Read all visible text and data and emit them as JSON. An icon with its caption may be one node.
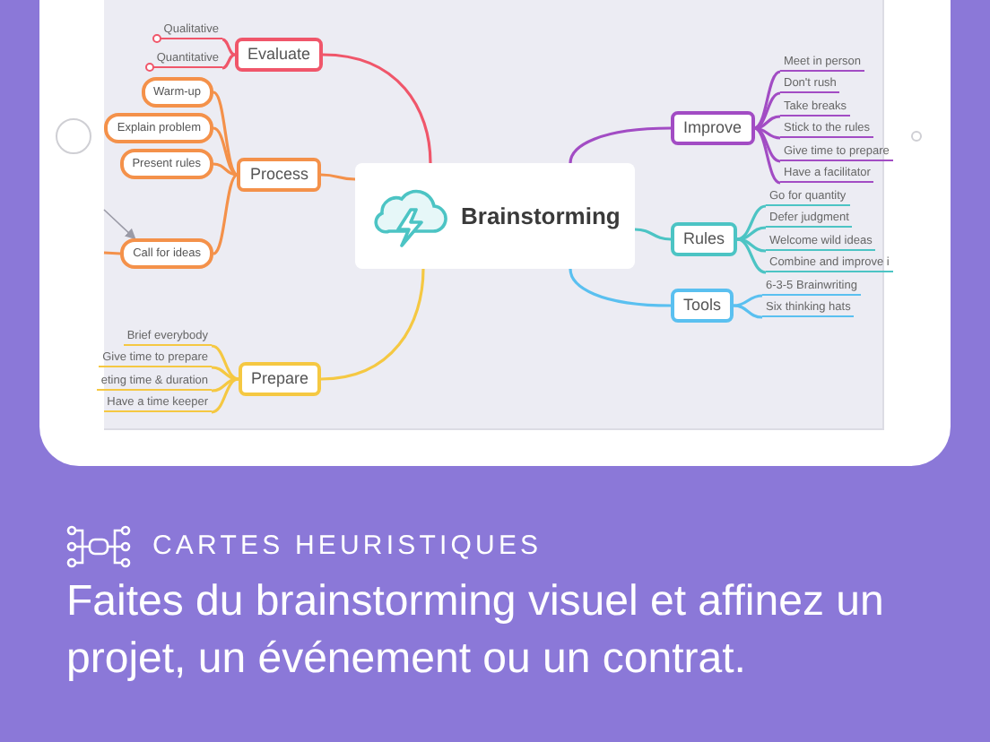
{
  "diagram": {
    "nodes": [
      {
        "text": [
          "Brainstorming"
        ]
      },
      {
        "text": [
          "Evaluate"
        ]
      },
      {
        "text": [
          "Qualitative"
        ]
      },
      {
        "text": [
          "Quantitative"
        ]
      },
      {
        "text": [
          "Process"
        ]
      },
      {
        "text": [
          "Warm-up"
        ]
      },
      {
        "text": [
          "Explain problem"
        ]
      },
      {
        "text": [
          "Present rules"
        ]
      },
      {
        "text": [
          "Call for ideas"
        ]
      },
      {
        "text": [
          "Prepare"
        ]
      },
      {
        "text": [
          "Brief everybody"
        ]
      },
      {
        "text": [
          "Give time to prepare"
        ]
      },
      {
        "text": [
          "eting time & duration"
        ]
      },
      {
        "text": [
          "Have a time keeper"
        ]
      },
      {
        "text": [
          "Improve"
        ]
      },
      {
        "text": [
          "Meet in person"
        ]
      },
      {
        "text": [
          "Don't rush"
        ]
      },
      {
        "text": [
          "Take breaks"
        ]
      },
      {
        "text": [
          "Stick to the rules"
        ]
      },
      {
        "text": [
          "Give time to prepare"
        ]
      },
      {
        "text": [
          "Have a facilitator"
        ]
      },
      {
        "text": [
          "Rules"
        ]
      },
      {
        "text": [
          "Go for quantity"
        ]
      },
      {
        "text": [
          "Defer judgment"
        ]
      },
      {
        "text": [
          "Welcome wild ideas"
        ]
      },
      {
        "text": [
          "Combine and improve i"
        ]
      },
      {
        "text": [
          "Tools"
        ]
      },
      {
        "text": [
          "6-3-5 Brainwriting"
        ]
      },
      {
        "text": [
          "Six thinking hats"
        ]
      }
    ],
    "edges": [
      {
        "from": 0,
        "to": 1,
        "arrow": "none",
        "color": "#f0566a"
      },
      {
        "from": 0,
        "to": 4,
        "arrow": "none",
        "color": "#f4914a"
      },
      {
        "from": 0,
        "to": 9,
        "arrow": "none",
        "color": "#f5c842"
      },
      {
        "from": 0,
        "to": 14,
        "arrow": "none",
        "color": "#a24cc4"
      },
      {
        "from": 0,
        "to": 21,
        "arrow": "none",
        "color": "#4cc4c4"
      },
      {
        "from": 0,
        "to": 26,
        "arrow": "none",
        "color": "#5ac0f0"
      },
      {
        "from": 1,
        "to": 2,
        "arrow": "none",
        "color": "#f0566a"
      },
      {
        "from": 1,
        "to": 3,
        "arrow": "none",
        "color": "#f0566a"
      },
      {
        "from": 4,
        "to": 5,
        "arrow": "none",
        "color": "#f4914a"
      },
      {
        "from": 4,
        "to": 6,
        "arrow": "none",
        "color": "#f4914a"
      },
      {
        "from": 4,
        "to": 7,
        "arrow": "none",
        "color": "#f4914a"
      },
      {
        "from": 4,
        "to": 8,
        "arrow": "none",
        "color": "#f4914a"
      },
      {
        "from": 8,
        "to": null,
        "arrow": "none",
        "color": "#f4914a"
      },
      {
        "from": null,
        "to": 8,
        "arrow": "to",
        "color": "#9a9aa6"
      },
      {
        "from": 9,
        "to": 10,
        "arrow": "none",
        "color": "#f5c842"
      },
      {
        "from": 9,
        "to": 11,
        "arrow": "none",
        "color": "#f5c842"
      },
      {
        "from": 9,
        "to": 12,
        "arrow": "none",
        "color": "#f5c842"
      },
      {
        "from": 9,
        "to": 13,
        "arrow": "none",
        "color": "#f5c842"
      },
      {
        "from": 14,
        "to": 15,
        "arrow": "none",
        "color": "#a24cc4"
      },
      {
        "from": 14,
        "to": 16,
        "arrow": "none",
        "color": "#a24cc4"
      },
      {
        "from": 14,
        "to": 17,
        "arrow": "none",
        "color": "#a24cc4"
      },
      {
        "from": 14,
        "to": 18,
        "arrow": "none",
        "color": "#a24cc4"
      },
      {
        "from": 14,
        "to": 19,
        "arrow": "none",
        "color": "#a24cc4"
      },
      {
        "from": 14,
        "to": 20,
        "arrow": "none",
        "color": "#a24cc4"
      },
      {
        "from": 21,
        "to": 22,
        "arrow": "none",
        "color": "#4cc4c4"
      },
      {
        "from": 21,
        "to": 23,
        "arrow": "none",
        "color": "#4cc4c4"
      },
      {
        "from": 21,
        "to": 24,
        "arrow": "none",
        "color": "#4cc4c4"
      },
      {
        "from": 21,
        "to": 25,
        "arrow": "none",
        "color": "#4cc4c4"
      },
      {
        "from": 26,
        "to": 27,
        "arrow": "none",
        "color": "#5ac0f0"
      },
      {
        "from": 26,
        "to": 28,
        "arrow": "none",
        "color": "#5ac0f0"
      }
    ],
    "labels": [
      "CARTES HEURISTIQUES",
      "Faites du brainstorming visuel et affinez un projet, un événement ou un contrat."
    ]
  }
}
